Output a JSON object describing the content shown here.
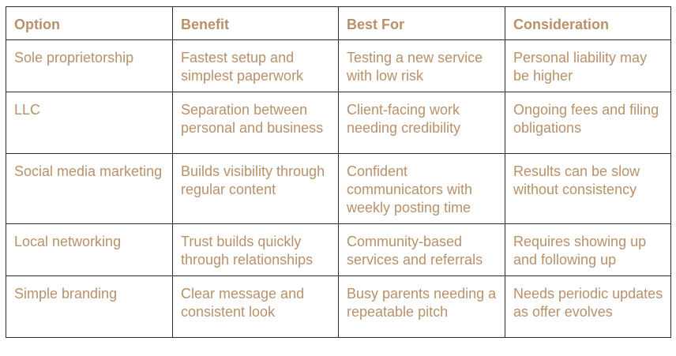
{
  "table": {
    "headers": [
      "Option",
      "Benefit",
      "Best For",
      "Consideration"
    ],
    "rows": [
      [
        "Sole proprietorship",
        "Fastest setup and simplest paperwork",
        "Testing a new service with low risk",
        "Personal liability may be higher"
      ],
      [
        "LLC",
        "Separation between personal and business",
        "Client-facing work needing credibility",
        "Ongoing fees and filing obligations"
      ],
      [
        "Social media marketing",
        "Builds visibility through regular content",
        "Confident communicators with weekly posting time",
        "Results can be slow without consistency"
      ],
      [
        "Local networking",
        "Trust builds quickly through relationships",
        "Community-based services and referrals",
        "Requires showing up and following up"
      ],
      [
        "Simple branding",
        "Clear message and consistent look",
        "Busy parents needing a repeatable pitch",
        "Needs periodic updates as offer evolves"
      ]
    ]
  },
  "colors": {
    "text": "#b8916a",
    "border": "#2b2b2b",
    "background": "#ffffff"
  }
}
